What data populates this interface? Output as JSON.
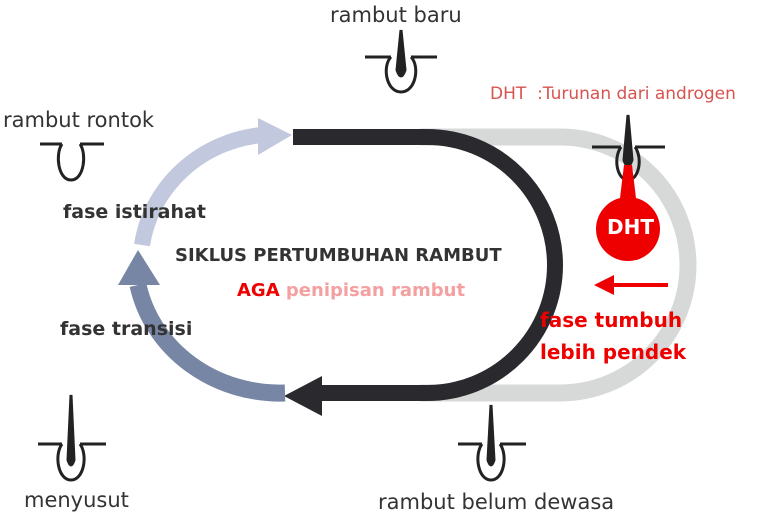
{
  "title": "SIKLUS PERTUMBUHAN RAMBUT",
  "subtitle": {
    "aga": "AGA",
    "rest": "penipisan rambut"
  },
  "stages": {
    "new": "rambut baru",
    "shedding": "rambut rontok",
    "shrinking": "menyusut",
    "immature": "rambut belum dewasa"
  },
  "phases": {
    "rest": "fase istirahat",
    "transition": "fase transisi",
    "growth_short_1": "fase tumbuh",
    "growth_short_2": "lebih pendek"
  },
  "dht": {
    "badge": "DHT",
    "note_key": "DHT",
    "note_text": ":Turunan dari androgen"
  },
  "colors": {
    "dark": "#2a2a2e",
    "gray": "#d7d9d9",
    "light_blue": "#c2c9de",
    "steel_blue": "#7686a4",
    "red": "#ee0000",
    "pink": "#f4a0a0",
    "note": "#d9534f"
  }
}
